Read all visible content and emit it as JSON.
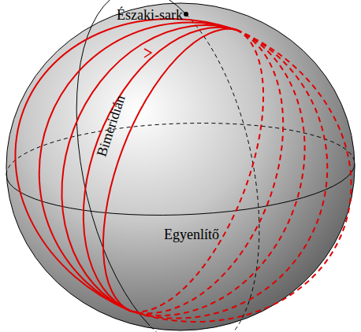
{
  "diagram": {
    "labels": [
      "Északi-sark",
      "Bimeridián",
      "Egyenlítő"
    ]
  }
}
